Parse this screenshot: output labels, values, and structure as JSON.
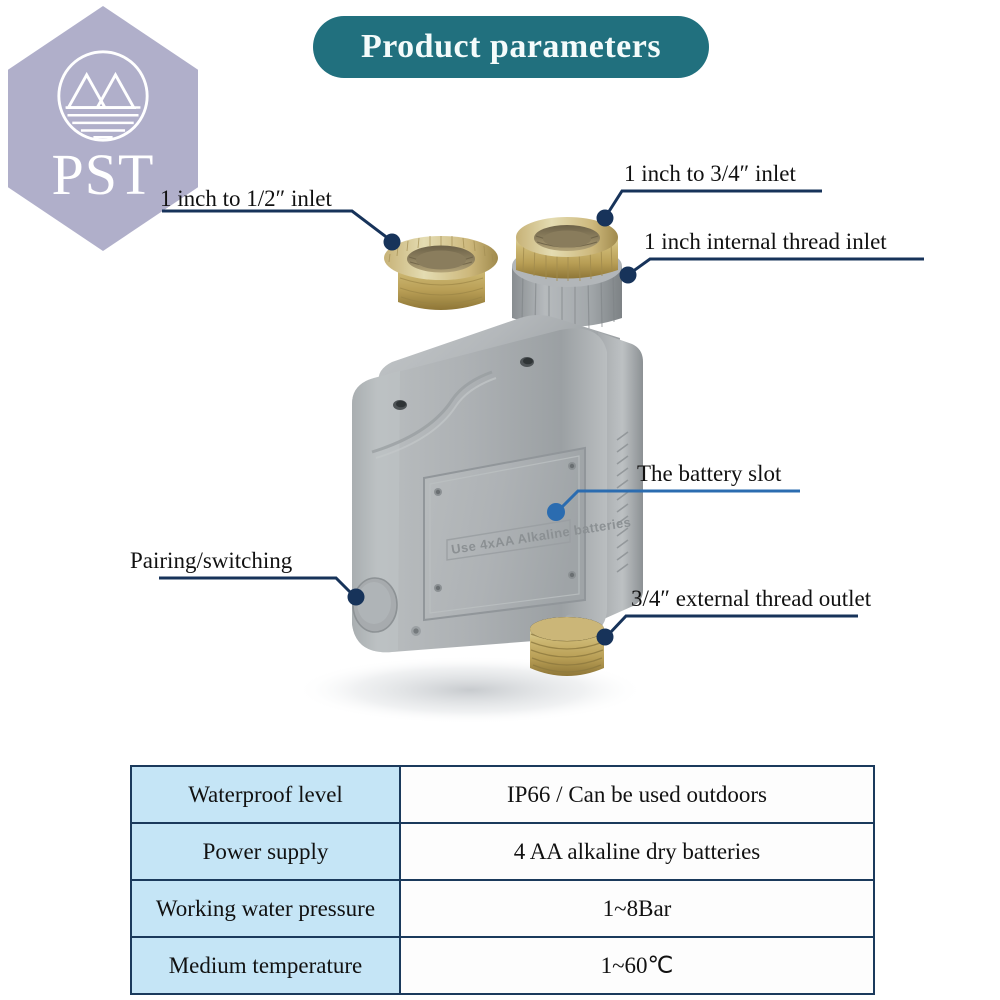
{
  "header": {
    "title": "Product parameters"
  },
  "watermark": {
    "text": "PST",
    "logo_icon": "mountain-circle-icon",
    "hex_color": "#a9a8c6"
  },
  "colors": {
    "title_pill": "#21707e",
    "table_key_cell": "#c5e5f6",
    "table_border": "#1b3a5c",
    "callout_line_dark": "#17335a",
    "callout_line_blue": "#2b6cb0",
    "device_body": "#a9adb0",
    "brass": "#c6ae64"
  },
  "callouts": [
    {
      "id": "inlet-half",
      "label": "1 inch to 1/2″ inlet",
      "dot_color": "#17335a"
    },
    {
      "id": "inlet-threequarter",
      "label": "1 inch to 3/4″ inlet",
      "dot_color": "#17335a"
    },
    {
      "id": "inlet-internal",
      "label": "1 inch internal thread inlet",
      "dot_color": "#17335a"
    },
    {
      "id": "battery-slot",
      "label": "The battery slot",
      "dot_color": "#2b6cb0"
    },
    {
      "id": "pairing-switch",
      "label": "Pairing/switching",
      "dot_color": "#17335a"
    },
    {
      "id": "outlet-external",
      "label": "3/4″ external thread outlet",
      "dot_color": "#17335a"
    }
  ],
  "device": {
    "embossed_text": "Use 4xAA Alkaline batteries"
  },
  "spec_table": {
    "rows": [
      {
        "key": "Waterproof level",
        "value": "IP66 / Can be used outdoors"
      },
      {
        "key": "Power supply",
        "value": "4 AA alkaline dry batteries"
      },
      {
        "key": "Working water pressure",
        "value": "1~8Bar"
      },
      {
        "key": "Medium temperature",
        "value": "1~60℃"
      }
    ]
  }
}
